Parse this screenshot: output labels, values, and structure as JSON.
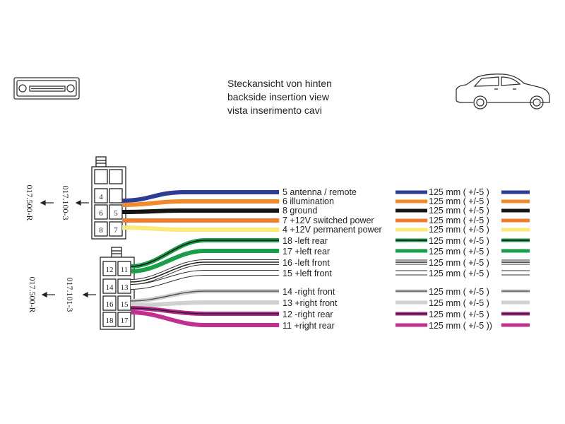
{
  "title": {
    "line1": "Steckansicht von hinten",
    "line2": "backside insertion view",
    "line3": "vista inserimento cavi"
  },
  "icons": {
    "radio": "car-radio-icon",
    "car": "car-icon"
  },
  "connectors": [
    {
      "part": "017.100-3",
      "assembly": "017.500-R",
      "pins": [
        [
          "",
          ""
        ],
        [
          "4",
          ""
        ],
        [
          "6",
          "5"
        ],
        [
          "8",
          "7"
        ]
      ]
    },
    {
      "part": "017.101-3",
      "assembly": "017.500-R",
      "pins": [
        [
          "12",
          "11"
        ],
        [
          "14",
          "13"
        ],
        [
          "16",
          "15"
        ],
        [
          "18",
          "17"
        ]
      ]
    }
  ],
  "wires": [
    {
      "label": "5 antenna / remote",
      "length": "125 mm ( +/-5 )",
      "color": "#2e3d94",
      "stripe": null
    },
    {
      "label": "6 illumination",
      "length": "125 mm ( +/-5 )",
      "color": "#f08a2c",
      "stripe": null
    },
    {
      "label": "8 ground",
      "length": "125 mm ( +/-5 )",
      "color": "#151515",
      "stripe": null
    },
    {
      "label": "7 +12V switched power",
      "length": "125 mm ( +/-5 )",
      "color": "#f07a2e",
      "stripe": null
    },
    {
      "label": "4 +12V permanent power",
      "length": "125 mm ( +/-5 )",
      "color": "#fbe97a",
      "stripe": null
    },
    {
      "label": "18 -left rear",
      "length": "125 mm ( +/-5 )",
      "color": "#1a9e4a",
      "stripe": "#111111"
    },
    {
      "label": "17 +left rear",
      "length": "125 mm ( +/-5 )",
      "color": "#1a9e4a",
      "stripe": null
    },
    {
      "label": "16 -left front",
      "length": "125 mm ( +/-5 )",
      "color": "#ffffff",
      "stripe": "#222222"
    },
    {
      "label": "15 +left front",
      "length": "125 mm ( +/-5 )",
      "color": "#ffffff",
      "stripe": null
    },
    {
      "label": "14 -right front",
      "length": "125 mm ( +/-5 )",
      "color": "#d0d0d0",
      "stripe": "#555555"
    },
    {
      "label": "13 +right front",
      "length": "125 mm ( +/-5 )",
      "color": "#d0d0d0",
      "stripe": null
    },
    {
      "label": "12 -right rear",
      "length": "125 mm ( +/-5 )",
      "color": "#b5278c",
      "stripe": "#222222"
    },
    {
      "label": "11 +right  rear",
      "length": "125 mm ( +/-5 ))",
      "color": "#c0308f",
      "stripe": null
    }
  ]
}
